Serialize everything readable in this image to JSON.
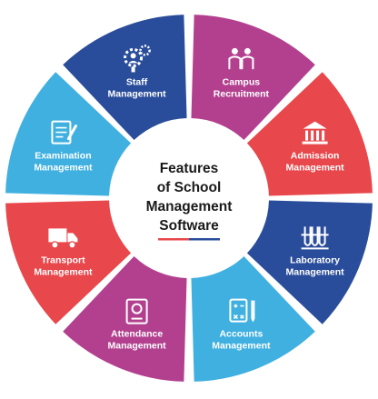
{
  "center": {
    "lines": [
      "Features",
      "of School",
      "Management",
      "Software"
    ]
  },
  "accent_underline": {
    "colors": [
      "#e8474b",
      "#2a4d9b"
    ]
  },
  "segments": [
    {
      "id": "campus-recruitment",
      "lines": [
        "Campus",
        "Recruitment"
      ],
      "color": "#b3408f",
      "icon": "people-icon"
    },
    {
      "id": "admission-management",
      "lines": [
        "Admission",
        "Management"
      ],
      "color": "#e8474b",
      "icon": "building-icon"
    },
    {
      "id": "laboratory-management",
      "lines": [
        "Laboratory",
        "Management"
      ],
      "color": "#2a4d9b",
      "icon": "test-tubes-icon"
    },
    {
      "id": "accounts-management",
      "lines": [
        "Accounts",
        "Management"
      ],
      "color": "#40b0e0",
      "icon": "calculator-icon"
    },
    {
      "id": "attendance-management",
      "lines": [
        "Attendance",
        "Management"
      ],
      "color": "#b3408f",
      "icon": "id-card-icon"
    },
    {
      "id": "transport-management",
      "lines": [
        "Transport",
        "Management"
      ],
      "color": "#e8474b",
      "icon": "truck-icon"
    },
    {
      "id": "examination-management",
      "lines": [
        "Examination",
        "Management"
      ],
      "color": "#40b0e0",
      "icon": "exam-sheet-icon"
    },
    {
      "id": "staff-management",
      "lines": [
        "Staff",
        "Management"
      ],
      "color": "#2a4d9b",
      "icon": "staff-gear-icon"
    }
  ]
}
